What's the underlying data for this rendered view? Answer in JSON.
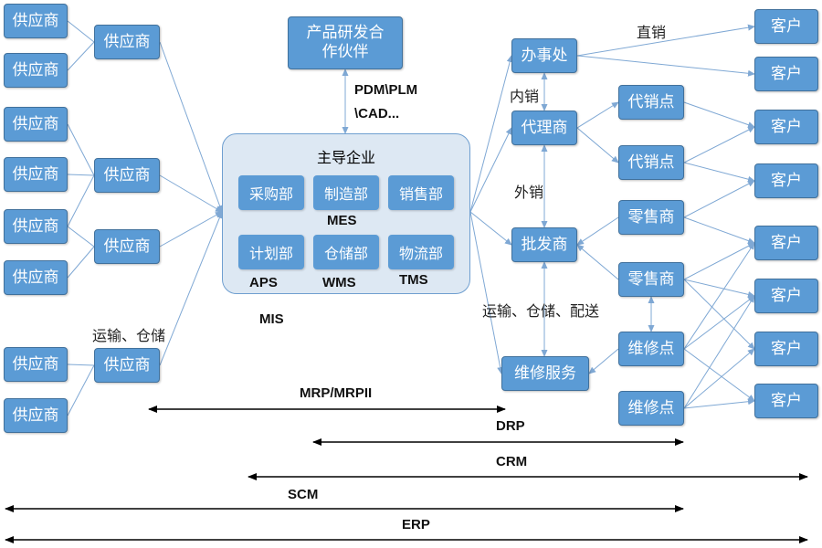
{
  "colors": {
    "node_fill": "#5b9bd5",
    "core_fill": "#dde8f3",
    "line": "#7fa8d4",
    "span_line": "#000000"
  },
  "supplier_label": "供应商",
  "customer_label": "客户",
  "partner": "产品研发合作伙伴",
  "pdm": [
    "PDM\\PLM",
    "\\CAD..."
  ],
  "core": {
    "title": "主导企业",
    "departments": [
      "采购部",
      "制造部",
      "销售部",
      "计划部",
      "仓储部",
      "物流部"
    ],
    "systems": [
      "MES",
      "APS",
      "WMS",
      "TMS"
    ]
  },
  "mis": "MIS",
  "transport_storage_left": "运输、仓储",
  "transport_storage_right": "运输、仓储、配送",
  "channels": {
    "office": "办事处",
    "agent": "代理商",
    "wholesale": "批发商",
    "repair_service": "维修服务",
    "distribution_point": "代销点",
    "retailer": "零售商",
    "repair_point": "维修点"
  },
  "edge_labels": {
    "direct": "直销",
    "internal": "内销",
    "external": "外销"
  },
  "spans": [
    "MRP/MRPII",
    "DRP",
    "CRM",
    "SCM",
    "ERP"
  ]
}
